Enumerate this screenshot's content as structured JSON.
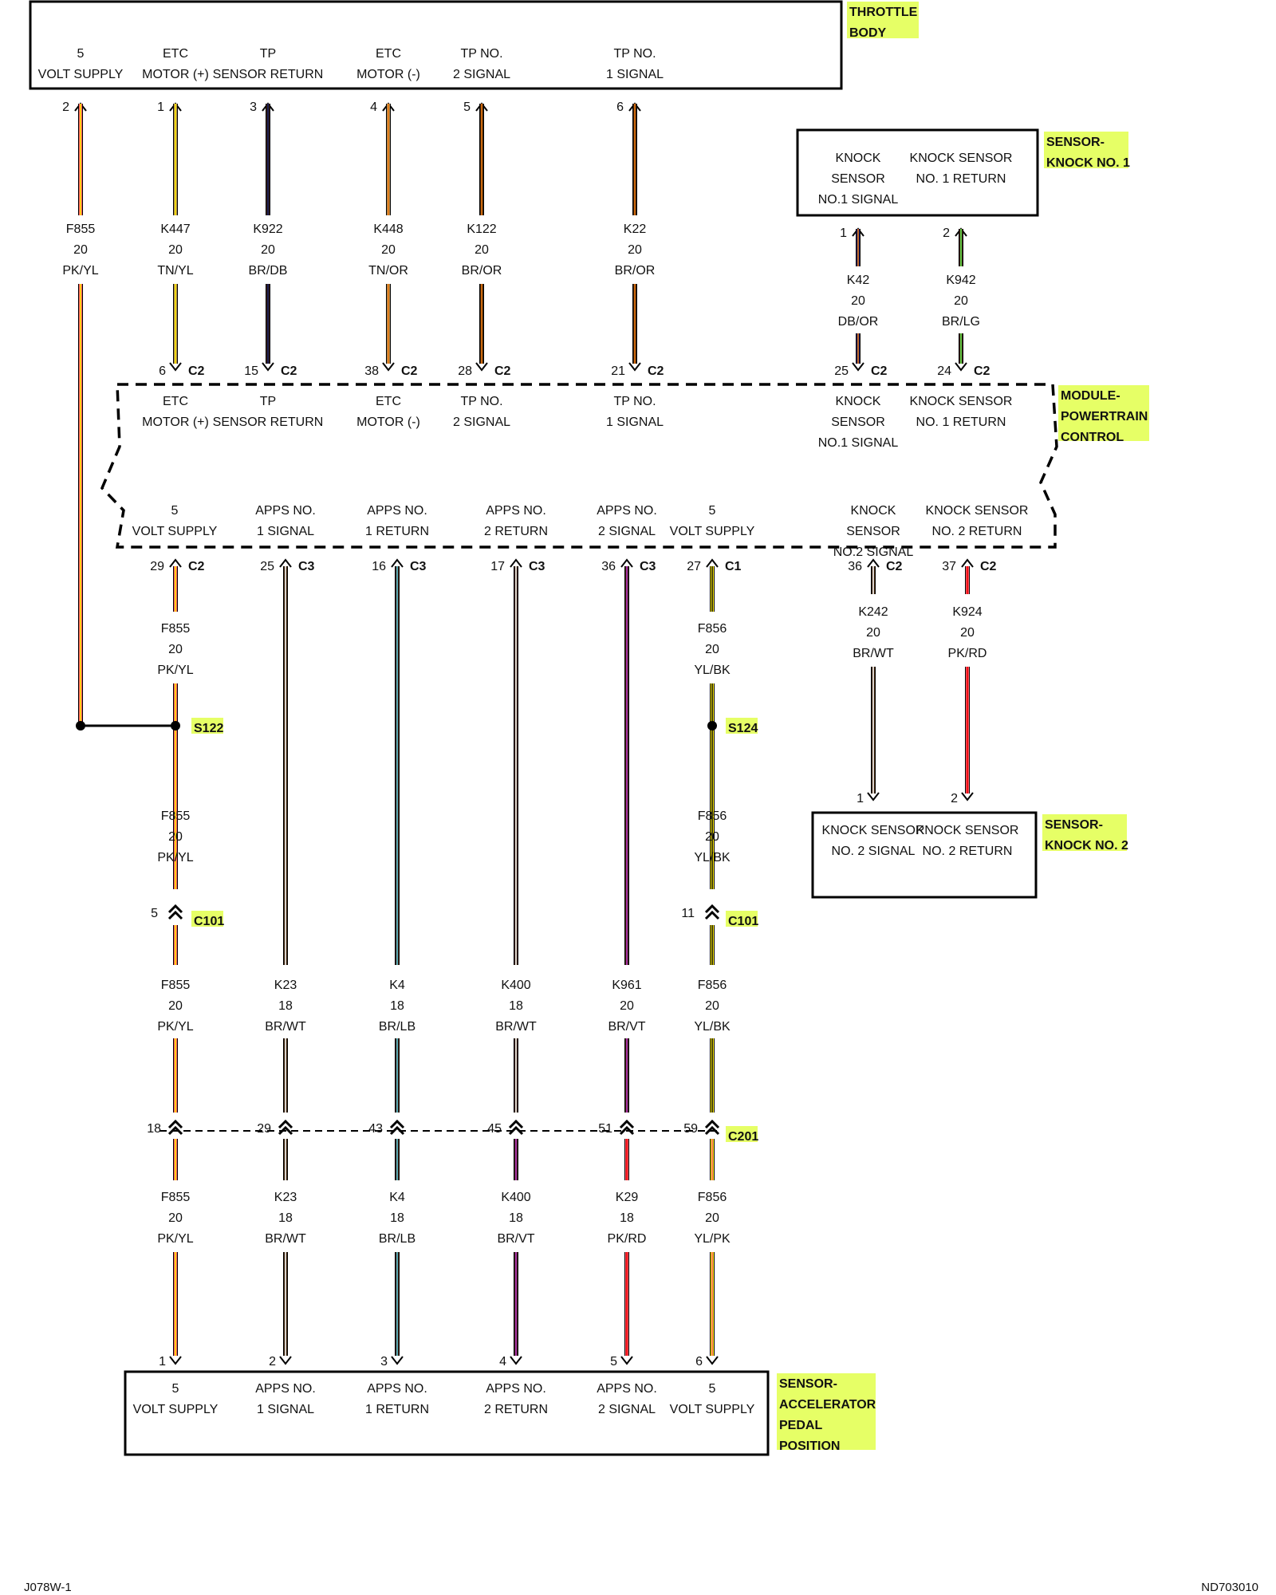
{
  "colors": {
    "PK": "#ff5a6a",
    "YL": "#ffee00",
    "TN": "#b08a50",
    "BR": "#3d2208",
    "DB": "#0d1a66",
    "OR": "#f07a10",
    "BK": "#111111",
    "RD": "#ee0000",
    "LB": "#5cc8e0",
    "LG": "#66ee55",
    "WT": "#ffffff",
    "VT": "#bb33cc",
    "highlight": "#e6ff66"
  },
  "components": {
    "throttle_body": {
      "name": "THROTTLE BODY",
      "pins": [
        {
          "label": "5 VOLT SUPPLY"
        },
        {
          "label": "ETC MOTOR (+)"
        },
        {
          "label": "TP SENSOR RETURN"
        },
        {
          "label": "ETC MOTOR (-)"
        },
        {
          "label": "TP NO. 2 SIGNAL"
        },
        {
          "label": "TP NO. 1 SIGNAL"
        }
      ]
    },
    "knock1": {
      "name": "SENSOR- KNOCK NO. 1",
      "pins": [
        {
          "label": "KNOCK SENSOR NO.1 SIGNAL"
        },
        {
          "label": "KNOCK SENSOR NO. 1 RETURN"
        }
      ]
    },
    "pcm": {
      "name": "MODULE- POWERTRAIN CONTROL",
      "top": [
        {
          "label": "ETC MOTOR (+)"
        },
        {
          "label": "TP SENSOR RETURN"
        },
        {
          "label": "ETC MOTOR (-)"
        },
        {
          "label": "TP NO. 2 SIGNAL"
        },
        {
          "label": "TP NO. 1 SIGNAL"
        },
        {
          "label": "KNOCK SENSOR NO.1 SIGNAL"
        },
        {
          "label": "KNOCK SENSOR NO. 1 RETURN"
        }
      ],
      "bottom": [
        {
          "label": "5 VOLT SUPPLY"
        },
        {
          "label": "APPS NO. 1 SIGNAL"
        },
        {
          "label": "APPS NO. 1 RETURN"
        },
        {
          "label": "APPS NO. 2 RETURN"
        },
        {
          "label": "APPS NO. 2 SIGNAL"
        },
        {
          "label": "5 VOLT SUPPLY"
        },
        {
          "label": "KNOCK SENSOR NO.2 SIGNAL"
        },
        {
          "label": "KNOCK SENSOR NO. 2 RETURN"
        }
      ]
    },
    "knock2": {
      "name": "SENSOR- KNOCK NO. 2",
      "pins": [
        {
          "label": "KNOCK SENSOR NO. 2 SIGNAL"
        },
        {
          "label": "KNOCK SENSOR NO. 2 RETURN"
        }
      ]
    },
    "apps": {
      "name": "SENSOR- ACCELERATOR PEDAL POSITION",
      "pins": [
        {
          "label": "5 VOLT SUPPLY"
        },
        {
          "label": "APPS NO. 1 SIGNAL"
        },
        {
          "label": "APPS NO. 1 RETURN"
        },
        {
          "label": "APPS NO. 2 RETURN"
        },
        {
          "label": "APPS NO. 2 SIGNAL"
        },
        {
          "label": "5 VOLT SUPPLY"
        }
      ]
    }
  },
  "wires_top": [
    {
      "circuit": "F855",
      "gauge": "20",
      "color": "PK/YL",
      "pin_tb": "2"
    },
    {
      "circuit": "K447",
      "gauge": "20",
      "color": "TN/YL",
      "pin_tb": "1",
      "pin_pcm": "6",
      "conn": "C2"
    },
    {
      "circuit": "K922",
      "gauge": "20",
      "color": "BR/DB",
      "pin_tb": "3",
      "pin_pcm": "15",
      "conn": "C2"
    },
    {
      "circuit": "K448",
      "gauge": "20",
      "color": "TN/OR",
      "pin_tb": "4",
      "pin_pcm": "38",
      "conn": "C2"
    },
    {
      "circuit": "K122",
      "gauge": "20",
      "color": "BR/OR",
      "pin_tb": "5",
      "pin_pcm": "28",
      "conn": "C2"
    },
    {
      "circuit": "K22",
      "gauge": "20",
      "color": "BR/OR",
      "pin_tb": "6",
      "pin_pcm": "21",
      "conn": "C2"
    }
  ],
  "wires_knock1": [
    {
      "circuit": "K42",
      "gauge": "20",
      "color": "DB/OR",
      "pin_sensor": "1",
      "pin_pcm": "25",
      "conn": "C2"
    },
    {
      "circuit": "K942",
      "gauge": "20",
      "color": "BR/LG",
      "pin_sensor": "2",
      "pin_pcm": "24",
      "conn": "C2"
    }
  ],
  "pcm_bottom_pins": [
    {
      "pin": "29",
      "conn": "C2"
    },
    {
      "pin": "25",
      "conn": "C3"
    },
    {
      "pin": "16",
      "conn": "C3"
    },
    {
      "pin": "17",
      "conn": "C3"
    },
    {
      "pin": "36",
      "conn": "C3"
    },
    {
      "pin": "27",
      "conn": "C1"
    },
    {
      "pin": "36",
      "conn": "C2"
    },
    {
      "pin": "37",
      "conn": "C2"
    }
  ],
  "wires_knock2": [
    {
      "circuit": "K242",
      "gauge": "20",
      "color": "BR/WT",
      "pin_sensor": "1"
    },
    {
      "circuit": "K924",
      "gauge": "20",
      "color": "PK/RD",
      "pin_sensor": "2"
    }
  ],
  "f855_segments": [
    {
      "circuit": "F855",
      "gauge": "20",
      "color": "PK/YL"
    },
    {
      "circuit": "F855",
      "gauge": "20",
      "color": "PK/YL"
    }
  ],
  "f856_segments": [
    {
      "circuit": "F856",
      "gauge": "20",
      "color": "YL/BK"
    },
    {
      "circuit": "F856",
      "gauge": "20",
      "color": "YL/BK"
    }
  ],
  "splices": {
    "s122": "S122",
    "s124": "S124"
  },
  "c101": {
    "name": "C101",
    "pin_f855": "5",
    "pin_f856": "11"
  },
  "mid_wires": [
    {
      "circuit": "F855",
      "gauge": "20",
      "color": "PK/YL"
    },
    {
      "circuit": "K23",
      "gauge": "18",
      "color": "BR/WT"
    },
    {
      "circuit": "K4",
      "gauge": "18",
      "color": "BR/LB"
    },
    {
      "circuit": "K400",
      "gauge": "18",
      "color": "BR/WT"
    },
    {
      "circuit": "K961",
      "gauge": "20",
      "color": "BR/VT"
    },
    {
      "circuit": "F856",
      "gauge": "20",
      "color": "YL/BK"
    }
  ],
  "c201": {
    "name": "C201",
    "pins": [
      "18",
      "29",
      "43",
      "45",
      "51",
      "59"
    ]
  },
  "bottom_wires": [
    {
      "circuit": "F855",
      "gauge": "20",
      "color": "PK/YL",
      "pin": "1"
    },
    {
      "circuit": "K23",
      "gauge": "18",
      "color": "BR/WT",
      "pin": "2"
    },
    {
      "circuit": "K4",
      "gauge": "18",
      "color": "BR/LB",
      "pin": "3"
    },
    {
      "circuit": "K400",
      "gauge": "18",
      "color": "BR/VT",
      "pin": "4"
    },
    {
      "circuit": "K29",
      "gauge": "18",
      "color": "PK/RD",
      "pin": "5"
    },
    {
      "circuit": "F856",
      "gauge": "20",
      "color": "YL/PK",
      "pin": "6"
    }
  ],
  "footer": {
    "left": "J078W-1",
    "right": "ND703010"
  }
}
